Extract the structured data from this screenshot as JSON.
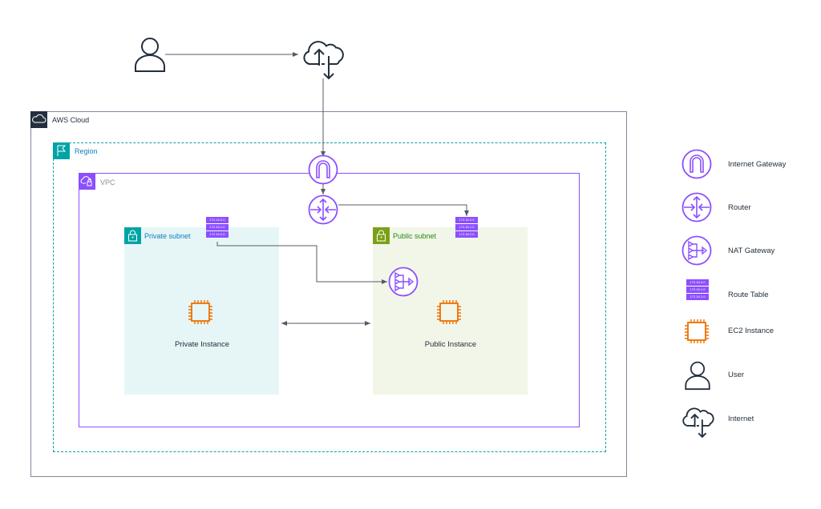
{
  "diagram": {
    "groups": {
      "aws_cloud": "AWS Cloud",
      "region": "Region",
      "vpc": "VPC",
      "private_subnet": "Private subnet",
      "public_subnet": "Public subnet"
    },
    "nodes": {
      "user": "User",
      "internet": "Internet",
      "internet_gateway": "Internet Gateway",
      "router": "Router",
      "nat_gateway": "NAT Gateway",
      "private_instance": "Private Instance",
      "public_instance": "Public Instance"
    },
    "route_table_entries": [
      "172.16.0.0",
      "172.16.1.0",
      "172.16.2.0"
    ],
    "connections": [
      {
        "from": "User",
        "to": "Internet",
        "direction": "one-way"
      },
      {
        "from": "Internet",
        "to": "Internet Gateway",
        "direction": "one-way"
      },
      {
        "from": "Internet Gateway",
        "to": "Router",
        "direction": "one-way"
      },
      {
        "from": "Router",
        "to": "Public subnet route table",
        "direction": "one-way"
      },
      {
        "from": "Private subnet route table",
        "to": "NAT Gateway",
        "direction": "one-way"
      },
      {
        "from": "Private Instance",
        "to": "Public Instance",
        "direction": "two-way"
      }
    ]
  },
  "legend": {
    "items": [
      {
        "icon": "internet-gateway-icon",
        "label": "Internet Gateway"
      },
      {
        "icon": "router-icon",
        "label": "Router"
      },
      {
        "icon": "nat-gateway-icon",
        "label": "NAT Gateway"
      },
      {
        "icon": "route-table-icon",
        "label": "Route Table"
      },
      {
        "icon": "ec2-instance-icon",
        "label": "EC2 Instance"
      },
      {
        "icon": "user-icon",
        "label": "User"
      },
      {
        "icon": "internet-icon",
        "label": "Internet"
      }
    ]
  },
  "colors": {
    "networking_purple": "#8C4FFF",
    "compute_orange": "#ED7100",
    "region_teal": "#00A4A6",
    "public_subnet_green": "#7AA116",
    "aws_dark": "#232F3E",
    "connector_gray": "#545B64"
  }
}
